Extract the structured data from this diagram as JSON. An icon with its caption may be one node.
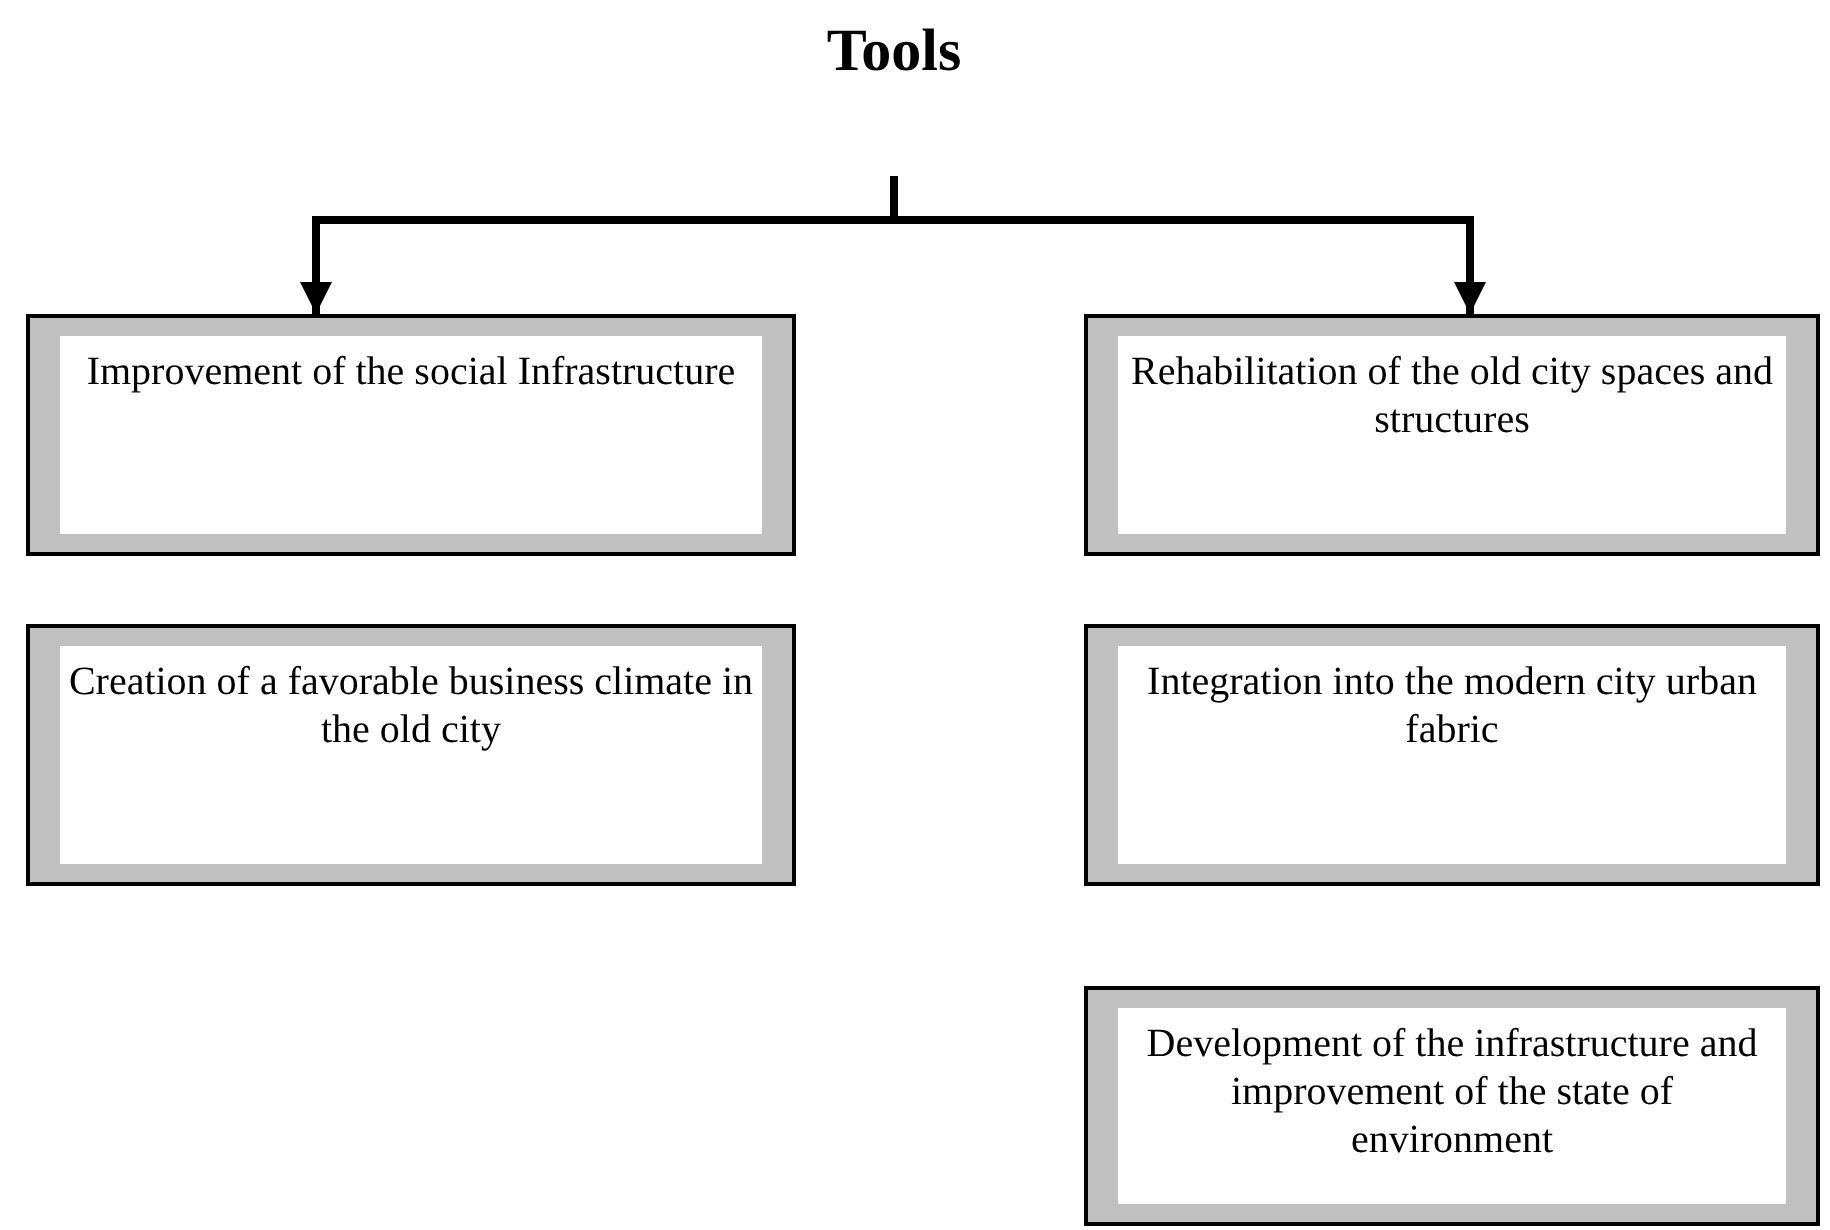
{
  "diagram": {
    "nodes": [
      {
        "text": [
          "Tools"
        ]
      },
      {
        "text": [
          "Improvement of the social Infrastructure"
        ]
      },
      {
        "text": [
          "Rehabilitation of the old city spaces and structures"
        ]
      },
      {
        "text": [
          "Creation of a favorable business climate in the old city"
        ]
      },
      {
        "text": [
          "Integration into the modern city urban fabric"
        ]
      },
      {
        "text": [
          "Development of the infrastructure and improvement of the state of environment"
        ]
      }
    ],
    "edges": [
      {
        "from": 0,
        "to": 1,
        "arrow": "to"
      },
      {
        "from": 0,
        "to": 2,
        "arrow": "to"
      }
    ]
  }
}
